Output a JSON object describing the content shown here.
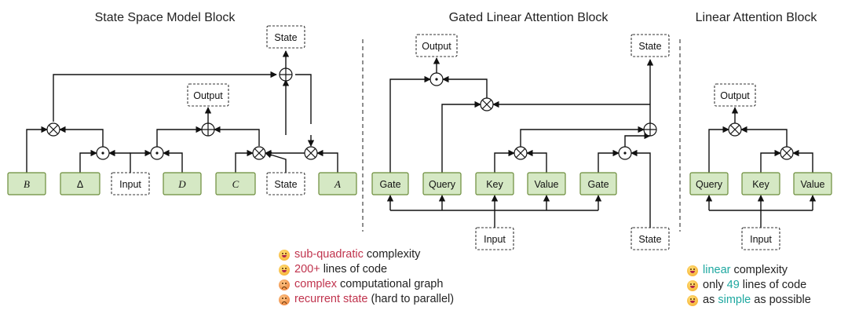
{
  "titles": {
    "ssm": "State Space Model Block",
    "gla": "Gated Linear Attention Block",
    "la": "Linear Attention Block"
  },
  "ssm": {
    "inputs": [
      "B",
      "Δ",
      "Input",
      "D",
      "C",
      "State",
      "A"
    ],
    "output": "Output",
    "state_out": "State"
  },
  "gla": {
    "boxes": [
      "Gate",
      "Query",
      "Key",
      "Value",
      "Gate"
    ],
    "output": "Output",
    "state_top": "State",
    "input": "Input",
    "state_bottom": "State"
  },
  "la": {
    "boxes": [
      "Query",
      "Key",
      "Value"
    ],
    "output": "Output",
    "input": "Input"
  },
  "notes_left": [
    {
      "mood": "happy",
      "highlight": "sub-quadratic",
      "rest": " complexity"
    },
    {
      "mood": "happy",
      "highlight": "200+",
      "rest": " lines of code"
    },
    {
      "mood": "sad",
      "highlight": "complex",
      "rest": " computational graph"
    },
    {
      "mood": "sad",
      "highlight": "recurrent state",
      "rest": " (hard to parallel)"
    }
  ],
  "notes_right": [
    {
      "mood": "happy",
      "pre": "",
      "highlight": "linear",
      "rest": " complexity"
    },
    {
      "mood": "happy",
      "pre": "only ",
      "highlight": "49",
      "rest": " lines of code"
    },
    {
      "mood": "happy",
      "pre": "as ",
      "highlight": "simple",
      "rest": " as possible"
    }
  ],
  "colors": {
    "highlight_red": "#c0334d",
    "highlight_teal": "#1ea8a0",
    "box_green": "#d5e8c4"
  }
}
